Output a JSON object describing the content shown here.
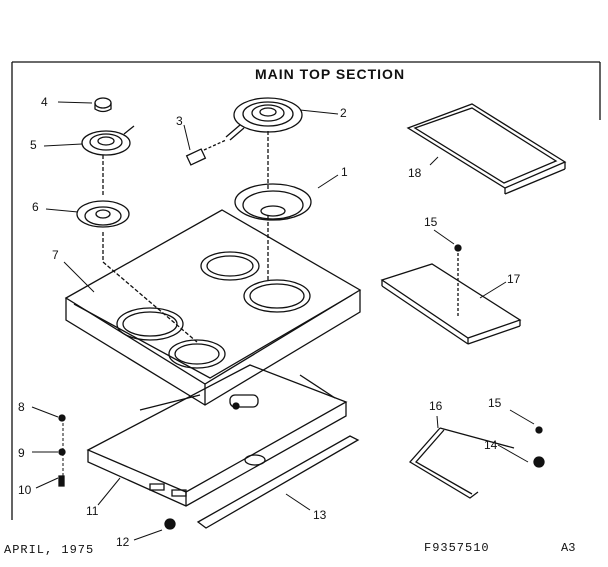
{
  "title": "MAIN TOP SECTION",
  "footer": {
    "date": "APRIL, 1975",
    "part_number": "F9357510",
    "page": "A3"
  },
  "callouts": [
    "1",
    "2",
    "3",
    "4",
    "5",
    "6",
    "7",
    "8",
    "9",
    "10",
    "11",
    "12",
    "13",
    "14",
    "15",
    "15",
    "16",
    "17",
    "18"
  ]
}
